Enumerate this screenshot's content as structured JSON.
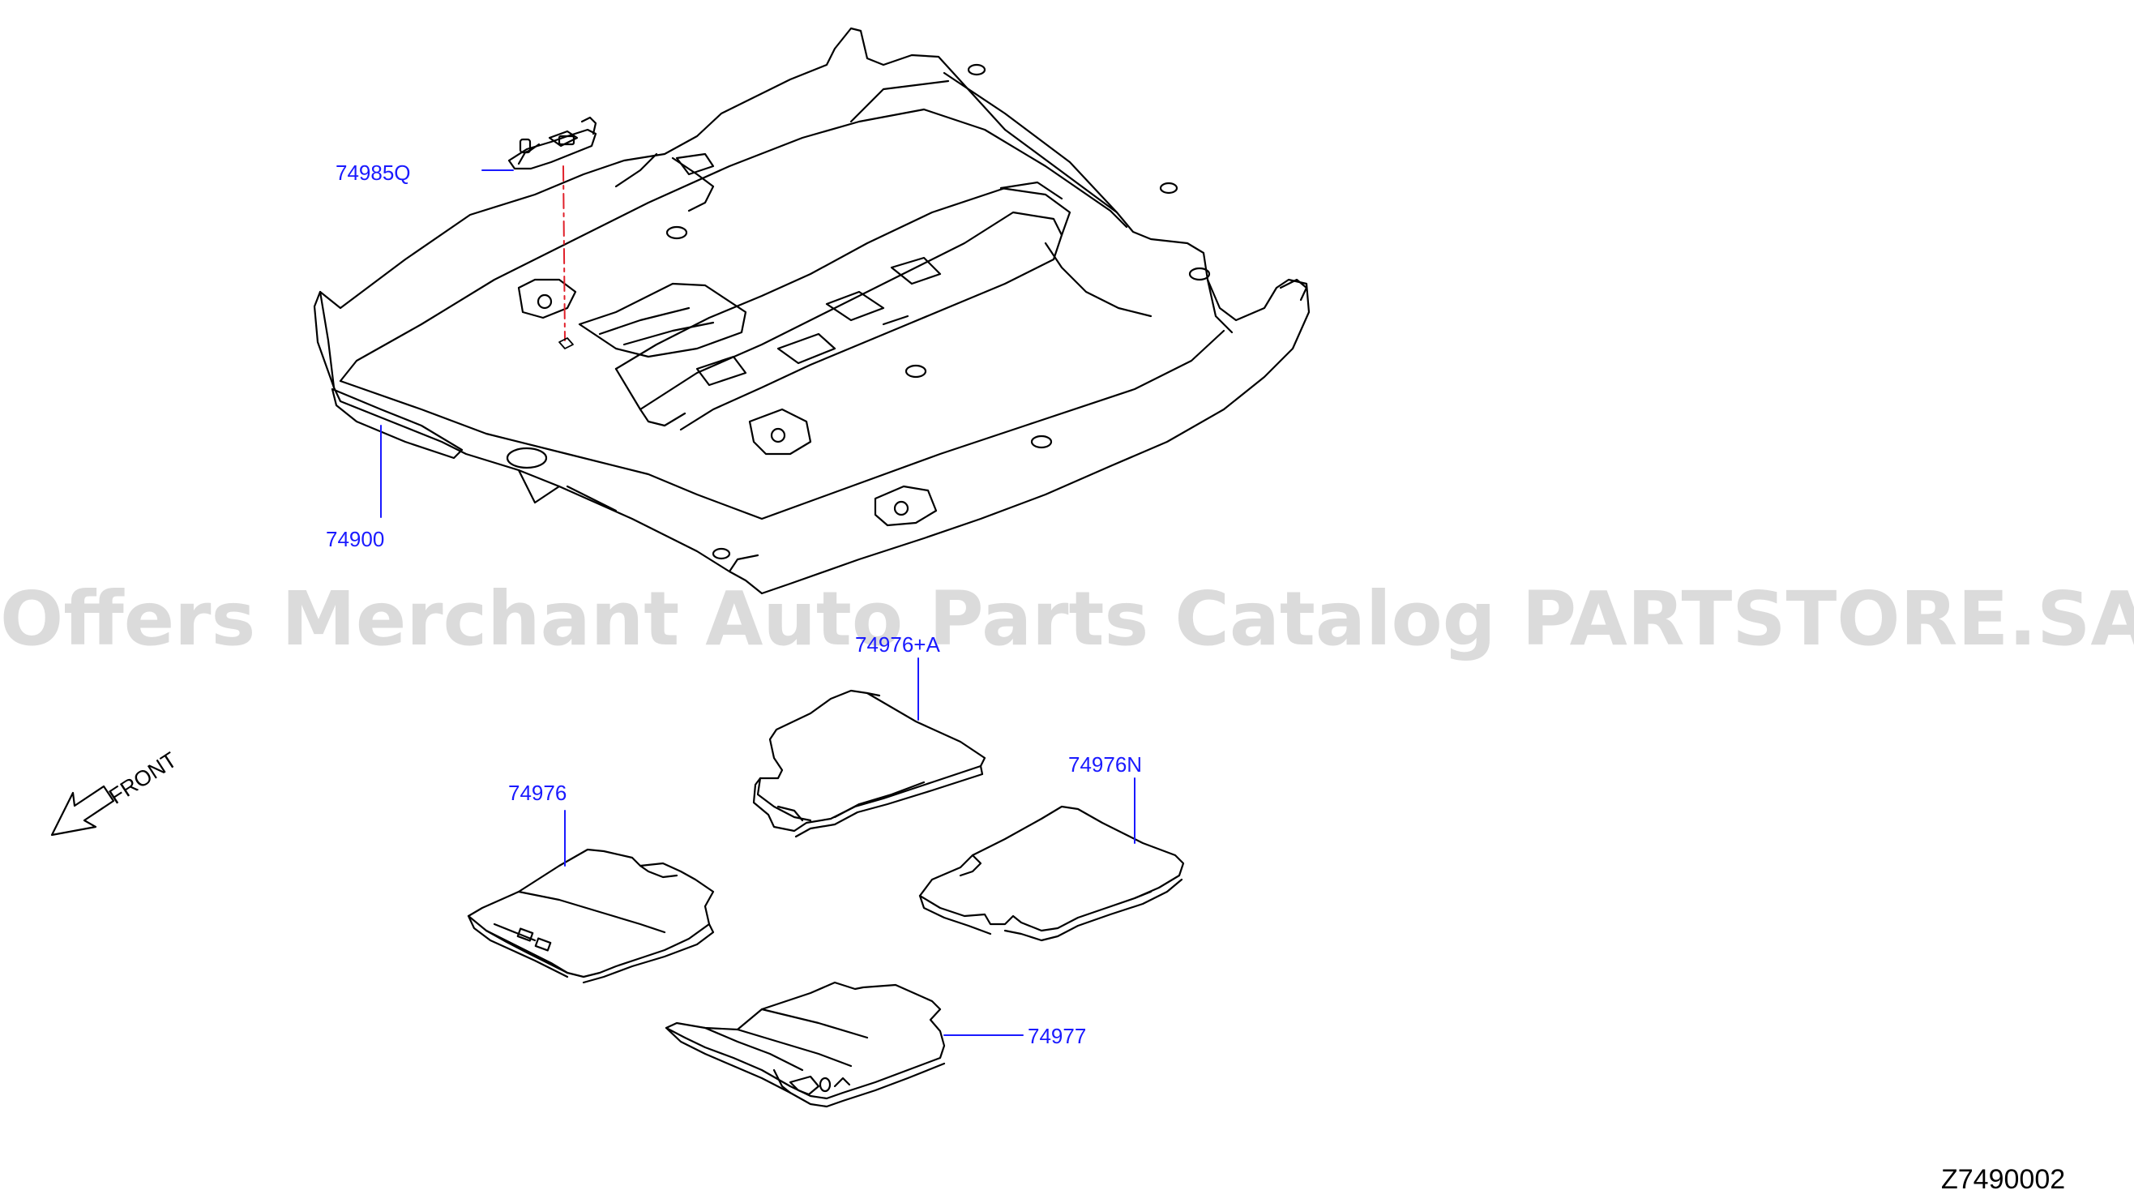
{
  "parts": {
    "clip": "74985Q",
    "floor_carpet": "74900",
    "mat_rear_right": "74976+A",
    "mat_front_left": "74976",
    "mat_rear_left": "74976N",
    "mat_front_right": "74977"
  },
  "direction_label": "FRONT",
  "diagram_code": "Z7490002",
  "watermark": "Offers Merchant Auto Parts Catalog PARTSTORE.SA",
  "colors": {
    "label": "#1a1aff",
    "leader": "#1a1aff",
    "line_art": "#000000",
    "dashed_guide": "#e0202a",
    "watermark": "#bebebe"
  }
}
